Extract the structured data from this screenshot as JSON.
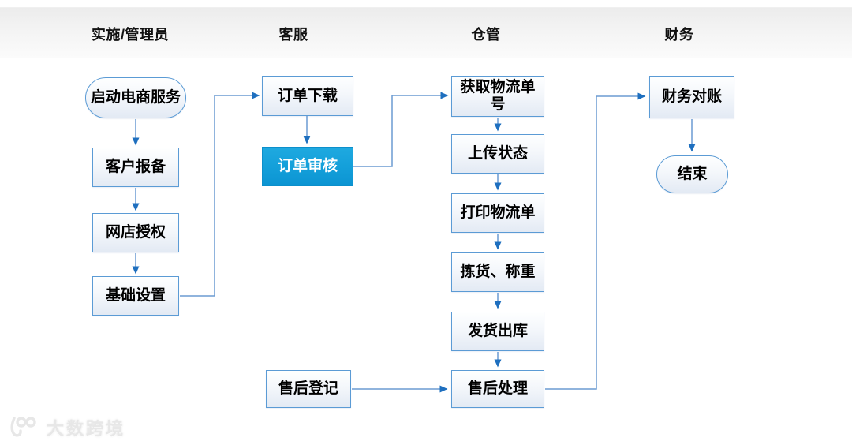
{
  "lanes": [
    {
      "label": "实施/管理员"
    },
    {
      "label": "客服"
    },
    {
      "label": "仓管"
    },
    {
      "label": "财务"
    }
  ],
  "nodes": [
    {
      "id": "start",
      "label": "启动电商服务",
      "type": "terminator"
    },
    {
      "id": "customer-report",
      "label": "客户报备",
      "type": "process"
    },
    {
      "id": "shop-authorization",
      "label": "网店授权",
      "type": "process"
    },
    {
      "id": "basic-setup",
      "label": "基础设置",
      "type": "process"
    },
    {
      "id": "order-download",
      "label": "订单下载",
      "type": "process"
    },
    {
      "id": "order-review",
      "label": "订单审核",
      "type": "process-highlight"
    },
    {
      "id": "aftersale-register",
      "label": "售后登记",
      "type": "process"
    },
    {
      "id": "get-tracking-number",
      "label": "获取物流单\n号",
      "type": "process"
    },
    {
      "id": "upload-status",
      "label": "上传状态",
      "type": "process"
    },
    {
      "id": "print-waybill",
      "label": "打印物流单",
      "type": "process"
    },
    {
      "id": "pick-and-weigh",
      "label": "拣货、称重",
      "type": "process"
    },
    {
      "id": "ship-out",
      "label": "发货出库",
      "type": "process"
    },
    {
      "id": "aftersale-handle",
      "label": "售后处理",
      "type": "process"
    },
    {
      "id": "finance-reconciliation",
      "label": "财务对账",
      "type": "process"
    },
    {
      "id": "end",
      "label": "结束",
      "type": "terminator"
    }
  ],
  "watermark": {
    "text": "大数跨境"
  },
  "colors": {
    "highlight_fill": "#14a0da",
    "node_border": "#5b9bd5",
    "connector_line": "#6b9bd2",
    "arrowhead": "#1e6fbf",
    "header_band": "#efefef"
  }
}
